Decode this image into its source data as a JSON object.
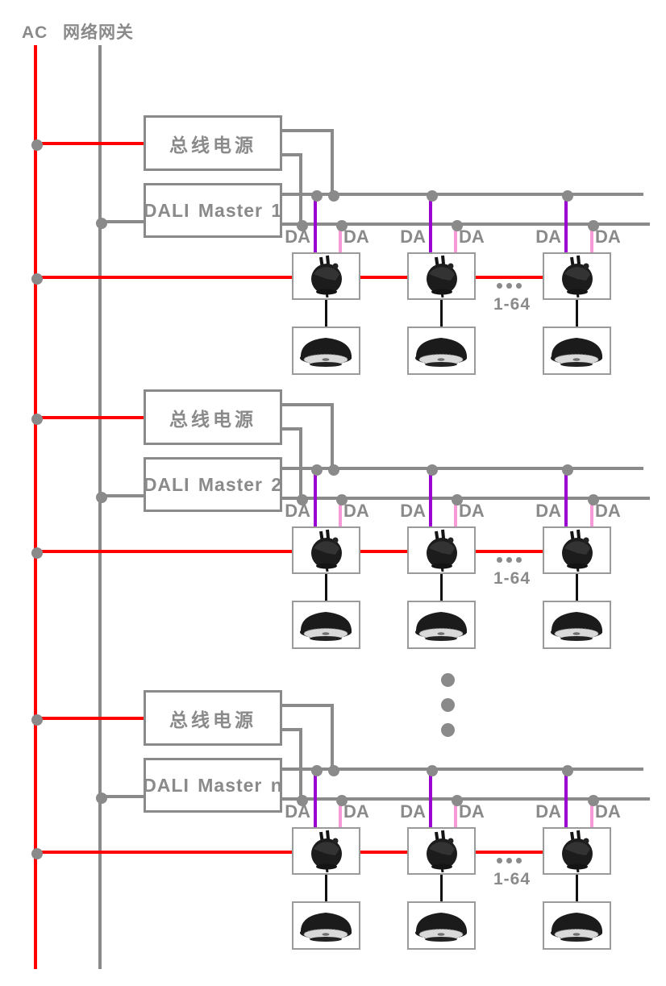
{
  "header": {
    "ac_label": "AC",
    "gateway_label": "网络网关"
  },
  "labels": {
    "da": "DA",
    "range": "1-64"
  },
  "sections": [
    {
      "power_label": "总线电源",
      "master_label": "DALI Master 1"
    },
    {
      "power_label": "总线电源",
      "master_label": "DALI Master 2"
    },
    {
      "power_label": "总线电源",
      "master_label": "DALI Master n"
    }
  ],
  "colors": {
    "ac_line_red": "#ff0000",
    "bus_line_gray": "#8a8a8a",
    "dali_da_purple": "#9902d1",
    "dali_da_pink": "#f79ad8",
    "text_gray": "#8a8a8a",
    "connector_black": "#111111"
  },
  "icons": {
    "device": "dali-device-icon",
    "lamp": "led-lamp-icon"
  }
}
